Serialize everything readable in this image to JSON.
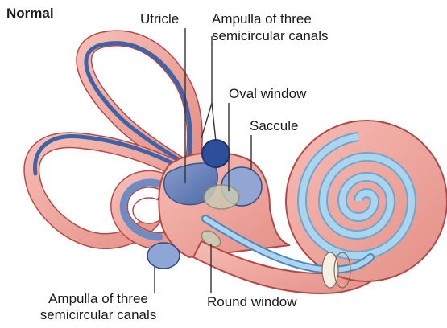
{
  "panel_title": "Normal",
  "labels": {
    "utricle": "Utricle",
    "ampulla_top_line1": "Ampulla of three",
    "ampulla_top_line2": "semicircular canals",
    "oval_window": "Oval window",
    "saccule": "Saccule",
    "ampulla_bottom_line1": "Ampulla of three",
    "ampulla_bottom_line2": "semicircular canals",
    "round_window": "Round window"
  },
  "colors": {
    "membranous": "#3d63a8",
    "bony": "#f0a8a0",
    "bony_dark": "#e58e86",
    "cochlear_duct": "#a9d6ee",
    "window": "#c9c9b4",
    "leader": "#333333"
  }
}
